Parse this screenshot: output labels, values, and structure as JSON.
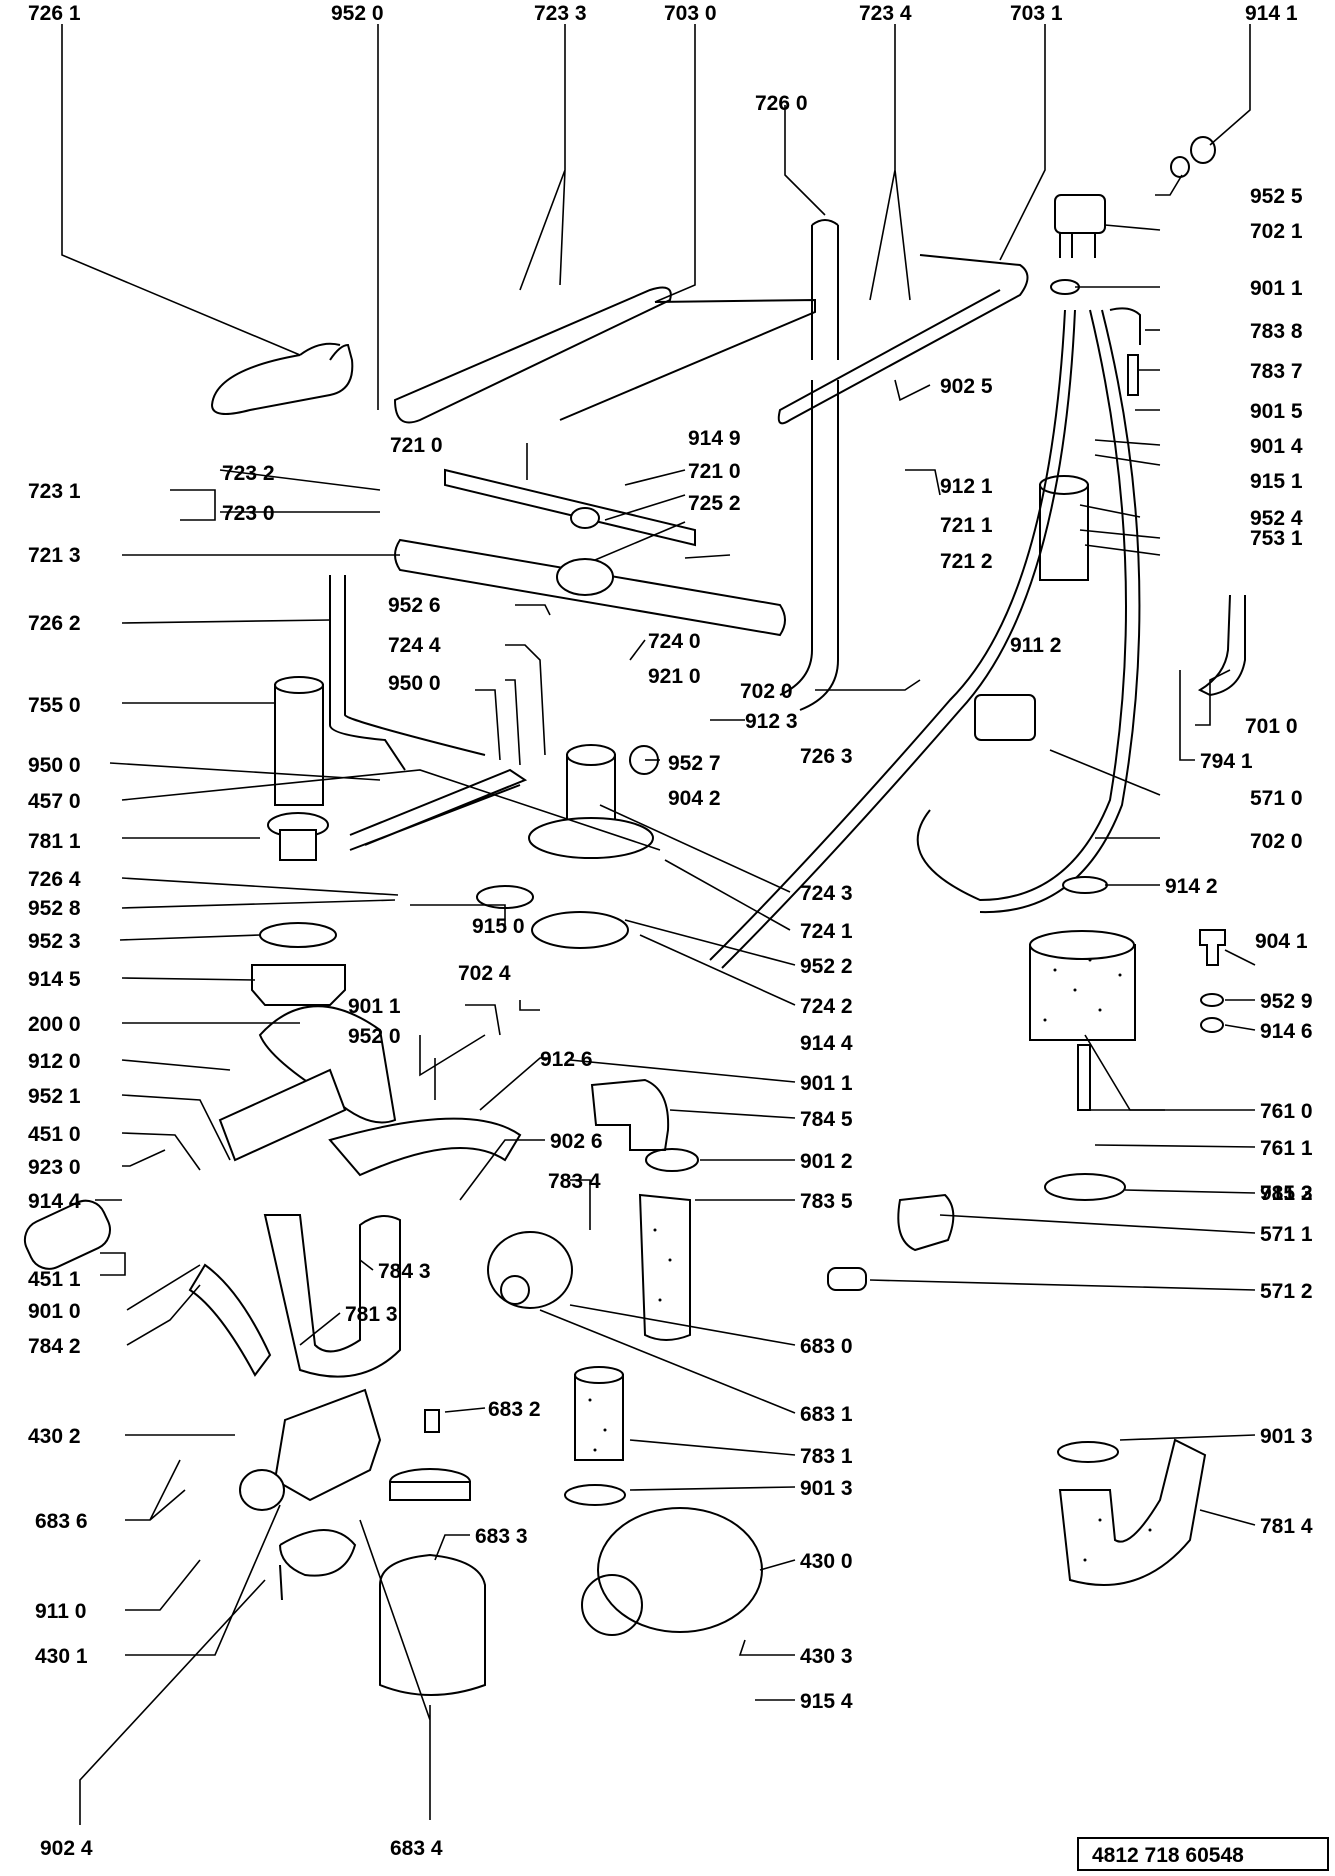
{
  "diagram": {
    "reference_code": "4812 718 60548",
    "labels": [
      "726 1",
      "952 0",
      "723 3",
      "703 0",
      "723 4",
      "703 1",
      "914 1",
      "726 0",
      "952 5",
      "702 1",
      "901 1",
      "783 8",
      "783 7",
      "902 5",
      "901 5",
      "721 0",
      "914 9",
      "721 0",
      "901 4",
      "915 1",
      "723 2",
      "723 1",
      "723 0",
      "725 2",
      "912 1",
      "952 4",
      "721 1",
      "753 1",
      "721 3",
      "721 2",
      "726 2",
      "952 6",
      "724 0",
      "724 4",
      "911 2",
      "921 0",
      "702 0",
      "950 0",
      "912 3",
      "755 0",
      "726 3",
      "952 7",
      "701 0",
      "794 1",
      "904 2",
      "571 0",
      "950 0",
      "457 0",
      "702 0",
      "781 1",
      "724 3",
      "726 4",
      "914 2",
      "952 8",
      "724 1",
      "952 3",
      "904 1",
      "915 0",
      "952 2",
      "914 5",
      "702 4",
      "724 2",
      "952 9",
      "901 1",
      "914 4",
      "914 6",
      "200 0",
      "952 0",
      "901 1",
      "912 6",
      "761 0",
      "912 0",
      "784 5",
      "761 1",
      "952 1",
      "915 3",
      "451 0",
      "902 6",
      "901 2",
      "923 0",
      "783 4",
      "783 5",
      "781 2",
      "914 4",
      "571 1",
      "784 3",
      "571 2",
      "451 1",
      "901 0",
      "781 3",
      "683 0",
      "784 2",
      "683 2",
      "683 1",
      "430 2",
      "783 1",
      "901 3",
      "901 3",
      "781 4",
      "683 6",
      "683 3",
      "430 0",
      "911 0",
      "430 1",
      "430 3",
      "915 4",
      "902 4",
      "683 4"
    ]
  }
}
